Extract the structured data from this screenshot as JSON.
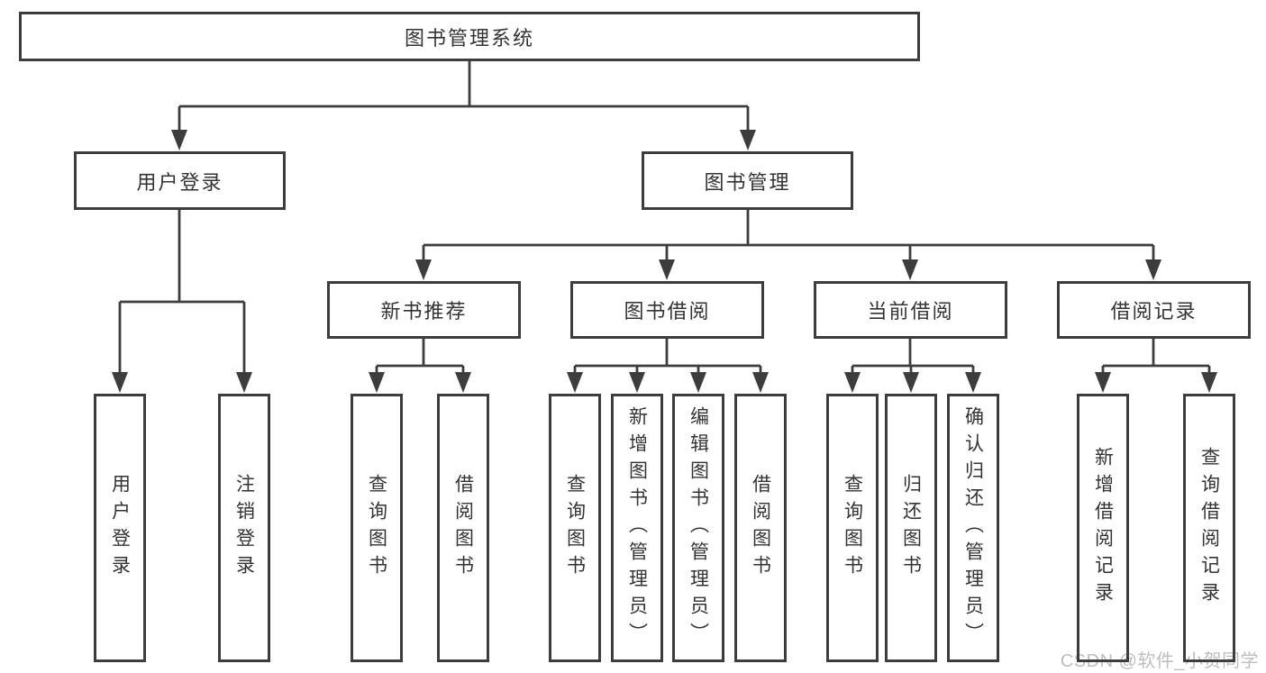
{
  "diagram": {
    "title": "图书管理系统",
    "watermark": "CSDN @软件_小贺同学",
    "colors": {
      "line": "#3d3d3d",
      "text": "#333333",
      "watermark": "#bdbdbd",
      "background": "#ffffff"
    },
    "tree": {
      "label": "图书管理系统",
      "children": [
        {
          "label": "用户登录",
          "children": [
            {
              "label": "用户登录"
            },
            {
              "label": "注销登录"
            }
          ]
        },
        {
          "label": "图书管理",
          "children": [
            {
              "label": "新书推荐",
              "children": [
                {
                  "label": "查询图书"
                },
                {
                  "label": "借阅图书"
                }
              ]
            },
            {
              "label": "图书借阅",
              "children": [
                {
                  "label": "查询图书"
                },
                {
                  "label": "新增图书（管理员）"
                },
                {
                  "label": "编辑图书（管理员）"
                },
                {
                  "label": "借阅图书"
                }
              ]
            },
            {
              "label": "当前借阅",
              "children": [
                {
                  "label": "查询图书"
                },
                {
                  "label": "归还图书"
                },
                {
                  "label": "确认归还（管理员）"
                }
              ]
            },
            {
              "label": "借阅记录",
              "children": [
                {
                  "label": "新增借阅记录"
                },
                {
                  "label": "查询借阅记录"
                }
              ]
            }
          ]
        }
      ]
    }
  }
}
